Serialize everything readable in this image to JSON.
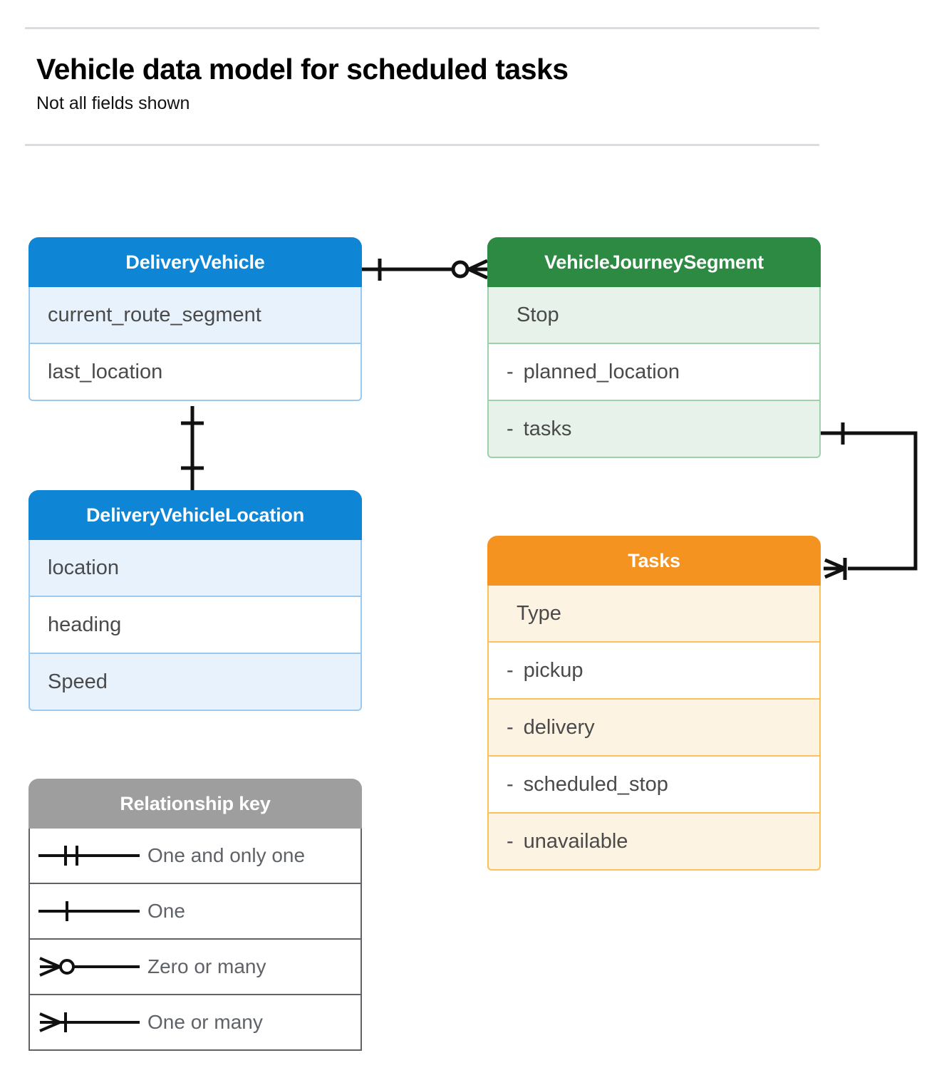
{
  "header": {
    "title": "Vehicle data model for scheduled tasks",
    "subtitle": "Not all fields shown"
  },
  "entities": [
    {
      "id": "delivery-vehicle",
      "name": "DeliveryVehicle",
      "color": "#0f85d6",
      "rows": [
        {
          "label": "current_route_segment",
          "dash": ""
        },
        {
          "label": "last_location",
          "dash": ""
        }
      ]
    },
    {
      "id": "vehicle-journey-segment",
      "name": "VehicleJourneySegment",
      "color": "#2d8a43",
      "rows": [
        {
          "label": "Stop",
          "dash": ""
        },
        {
          "label": "planned_location",
          "dash": "-"
        },
        {
          "label": "tasks",
          "dash": "-"
        }
      ]
    },
    {
      "id": "delivery-vehicle-location",
      "name": "DeliveryVehicleLocation",
      "color": "#0f85d6",
      "rows": [
        {
          "label": "location",
          "dash": ""
        },
        {
          "label": "heading",
          "dash": ""
        },
        {
          "label": "Speed",
          "dash": ""
        }
      ]
    },
    {
      "id": "tasks",
      "name": "Tasks",
      "color": "#f59320",
      "rows": [
        {
          "label": "Type",
          "dash": ""
        },
        {
          "label": "pickup",
          "dash": "-"
        },
        {
          "label": "delivery",
          "dash": "-"
        },
        {
          "label": "scheduled_stop",
          "dash": "-"
        },
        {
          "label": "unavailable",
          "dash": "-"
        }
      ]
    }
  ],
  "relationship_key": {
    "title": "Relationship key",
    "items": [
      {
        "symbol": "one-and-only-one",
        "label": "One and only one"
      },
      {
        "symbol": "one",
        "label": "One"
      },
      {
        "symbol": "zero-or-many",
        "label": "Zero or many"
      },
      {
        "symbol": "one-or-many",
        "label": "One or many"
      }
    ]
  },
  "relationships": [
    {
      "id": "vehicle-to-journey-segment",
      "from": "DeliveryVehicle",
      "to": "VehicleJourneySegment",
      "from_cardinality": "one",
      "to_cardinality": "zero-or-many"
    },
    {
      "id": "vehicle-to-location",
      "from": "DeliveryVehicle",
      "to": "DeliveryVehicleLocation",
      "from_cardinality": "one",
      "to_cardinality": "one"
    },
    {
      "id": "journey-segment-tasks-to-tasks",
      "from": "VehicleJourneySegment.tasks",
      "to": "Tasks",
      "from_cardinality": "one",
      "to_cardinality": "one-or-many"
    }
  ],
  "colors": {
    "blue": "#0f85d6",
    "green": "#2d8a43",
    "orange": "#f59320",
    "gray": "#9e9e9e",
    "rule": "#dadce0",
    "connector": "#111111",
    "row_text": "#4a4a4a"
  }
}
